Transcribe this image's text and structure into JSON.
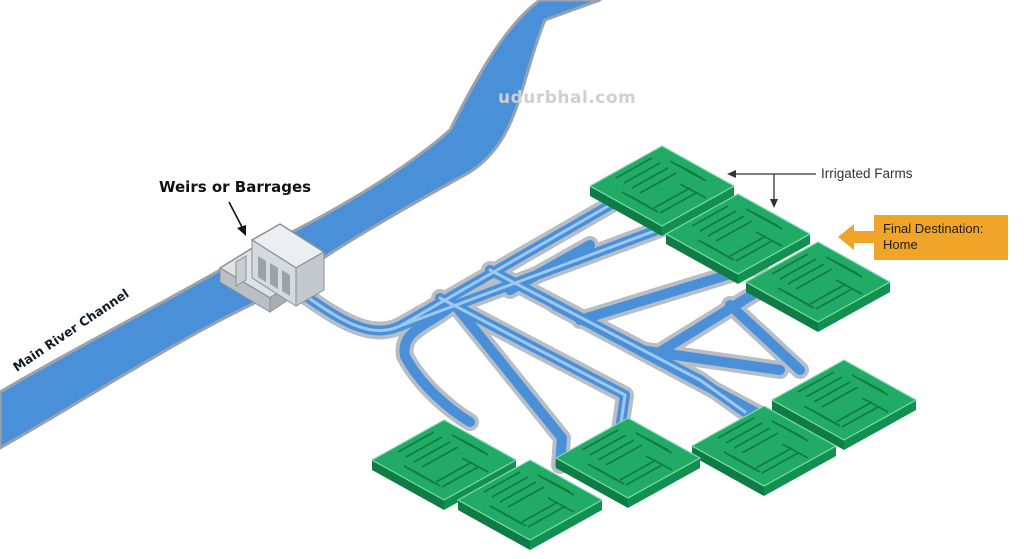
{
  "labels": {
    "weirs": "Weirs or Barrages",
    "irrigated_farms": "Irrigated Farms",
    "final_destination_line1": "Final Destination:",
    "final_destination_line2": "Home",
    "main_river": "Main River Channel",
    "watermark": "udurbhal.com"
  },
  "colors": {
    "river": "#4a90d9",
    "farm": "#1fa661",
    "canal": "#9ec8ee",
    "highlight": "#f0a528"
  }
}
